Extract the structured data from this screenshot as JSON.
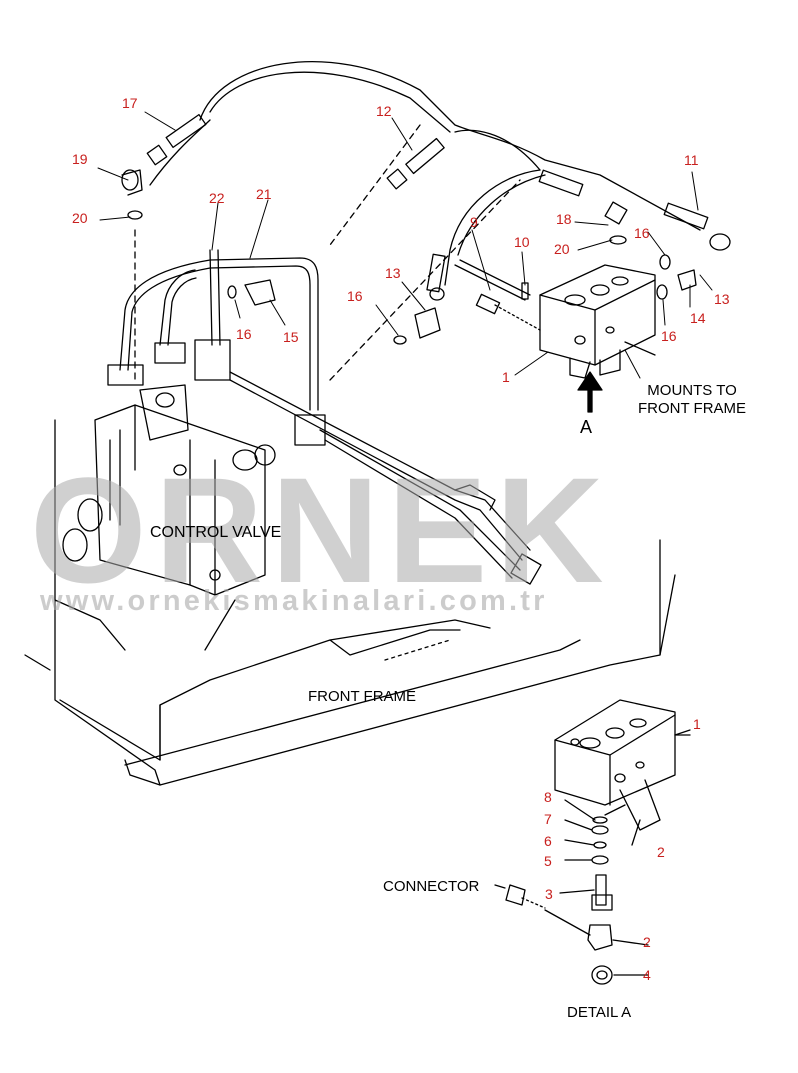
{
  "callouts": [
    {
      "id": "17",
      "text": "17"
    },
    {
      "id": "12",
      "text": "12"
    },
    {
      "id": "19",
      "text": "19"
    },
    {
      "id": "11",
      "text": "11"
    },
    {
      "id": "20a",
      "text": "20"
    },
    {
      "id": "22",
      "text": "22"
    },
    {
      "id": "21",
      "text": "21"
    },
    {
      "id": "9",
      "text": "9"
    },
    {
      "id": "10",
      "text": "10"
    },
    {
      "id": "18",
      "text": "18"
    },
    {
      "id": "16a",
      "text": "16"
    },
    {
      "id": "20b",
      "text": "20"
    },
    {
      "id": "13a",
      "text": "13"
    },
    {
      "id": "13b",
      "text": "13"
    },
    {
      "id": "16b",
      "text": "16"
    },
    {
      "id": "16c",
      "text": "16"
    },
    {
      "id": "15",
      "text": "15"
    },
    {
      "id": "14",
      "text": "14"
    },
    {
      "id": "16d",
      "text": "16"
    },
    {
      "id": "1a",
      "text": "1"
    },
    {
      "id": "1b",
      "text": "1"
    },
    {
      "id": "8",
      "text": "8"
    },
    {
      "id": "7",
      "text": "7"
    },
    {
      "id": "6",
      "text": "6"
    },
    {
      "id": "5",
      "text": "5"
    },
    {
      "id": "2a",
      "text": "2"
    },
    {
      "id": "3",
      "text": "3"
    },
    {
      "id": "2b",
      "text": "2"
    },
    {
      "id": "4",
      "text": "4"
    }
  ],
  "labels": {
    "mounts_to_front_frame": "MOUNTS TO\nFRONT FRAME",
    "view_marker": "A",
    "control_valve": "CONTROL VALVE",
    "front_frame": "FRONT FRAME",
    "connector": "CONNECTOR",
    "detail_a": "DETAIL A"
  },
  "watermark": {
    "brand": "ORNEK",
    "url": "www.ornekismakinalari.com.tr"
  },
  "colors": {
    "callout": "#c8201e",
    "line": "#000000",
    "watermark": "#aaaaaa"
  }
}
